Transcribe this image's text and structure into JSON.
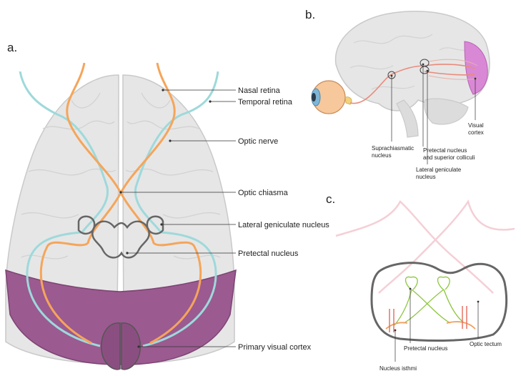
{
  "panels": {
    "a": "a.",
    "b": "b.",
    "c": "c."
  },
  "panel_a_labels": {
    "nasal_retina": "Nasal retina",
    "temporal_retina": "Temporal retina",
    "optic_nerve": "Optic nerve",
    "optic_chiasma": "Optic chiasma",
    "lgn": "Lateral geniculate nucleus",
    "pretectal": "Pretectal nucleus",
    "primary_visual_cortex": "Primary visual cortex"
  },
  "panel_b_labels": {
    "visual_cortex_1": "Visual",
    "visual_cortex_2": "cortex",
    "scn_1": "Suprachiasmatic",
    "scn_2": "nucleus",
    "pretectal_1": "Pretectal nucleus",
    "pretectal_2": "and superior colliculi",
    "lgn_1": "Lateral geniculate",
    "lgn_2": "nucleus"
  },
  "panel_c_labels": {
    "pretectal": "Pretectal nucleus",
    "optic_tectum": "Optic tectum",
    "nucleus_isthmi": "Nucleus isthmi"
  },
  "colors": {
    "nasal_pathway": "#f5a55a",
    "temporal_pathway": "#9ed9db",
    "cortex": "#9b5a90",
    "visual_cortex_b": "#d988d6",
    "brain_fill": "#e6e6e6",
    "brain_outline": "#c7c7c7",
    "nucleus_outline": "#666666",
    "tract_b": "#ea8a7a",
    "panel_c_pink": "#f5cfd6",
    "panel_c_green": "#8dc63f",
    "panel_c_orange": "#f0a060",
    "panel_c_red": "#e56a5a"
  }
}
